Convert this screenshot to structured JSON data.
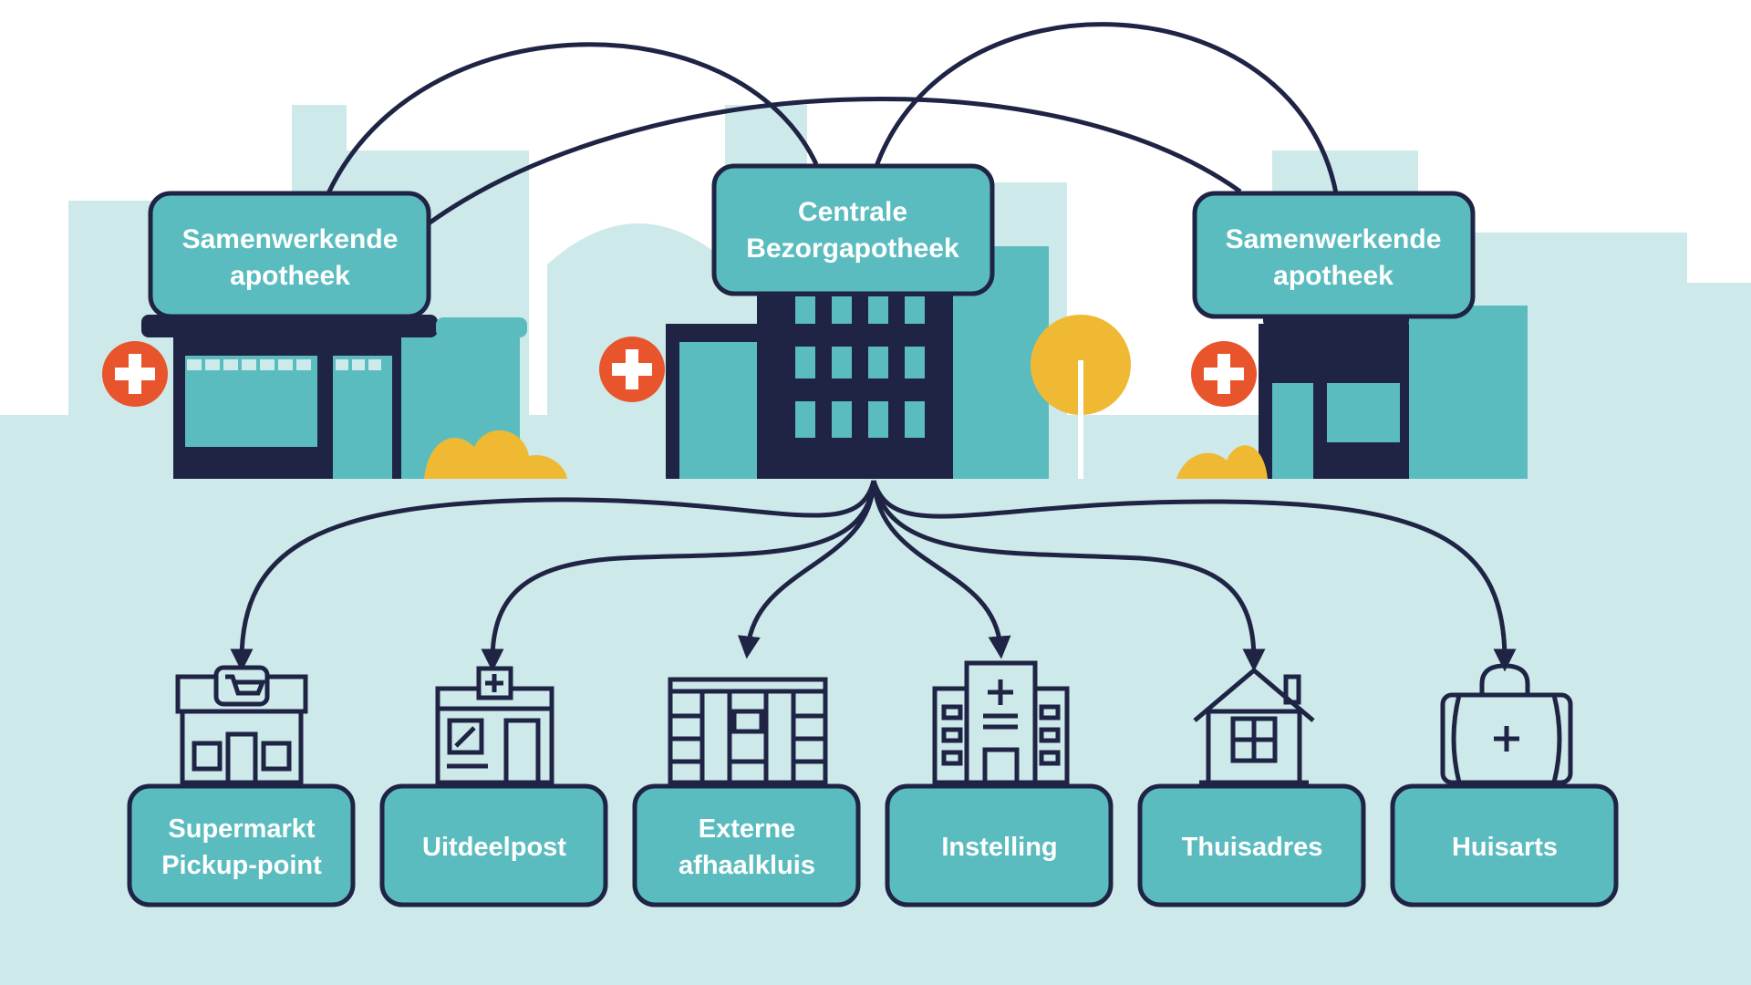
{
  "colors": {
    "teal": "#5bbcbf",
    "teal_dark": "#3e9fa2",
    "navy": "#1f2445",
    "skyline": "#cde9ea",
    "ground": "#cfeaeb",
    "cross_red": "#e8552c",
    "yellow": "#f0b934"
  },
  "central": {
    "label_lines": [
      "Centrale",
      "Bezorgapotheek"
    ]
  },
  "partners": [
    {
      "label_lines": [
        "Samenwerkende",
        "apotheek"
      ]
    },
    {
      "label_lines": [
        "Samenwerkende",
        "apotheek"
      ]
    }
  ],
  "destinations": [
    {
      "label_lines": [
        "Supermarkt",
        "Pickup-point"
      ],
      "icon": "supermarket-icon"
    },
    {
      "label_lines": [
        "Uitdeelpost"
      ],
      "icon": "pharmacy-outlet-icon"
    },
    {
      "label_lines": [
        "Externe",
        "afhaalkluis"
      ],
      "icon": "locker-icon"
    },
    {
      "label_lines": [
        "Instelling"
      ],
      "icon": "hospital-icon"
    },
    {
      "label_lines": [
        "Thuisadres"
      ],
      "icon": "house-icon"
    },
    {
      "label_lines": [
        "Huisarts"
      ],
      "icon": "medical-bag-icon"
    }
  ]
}
